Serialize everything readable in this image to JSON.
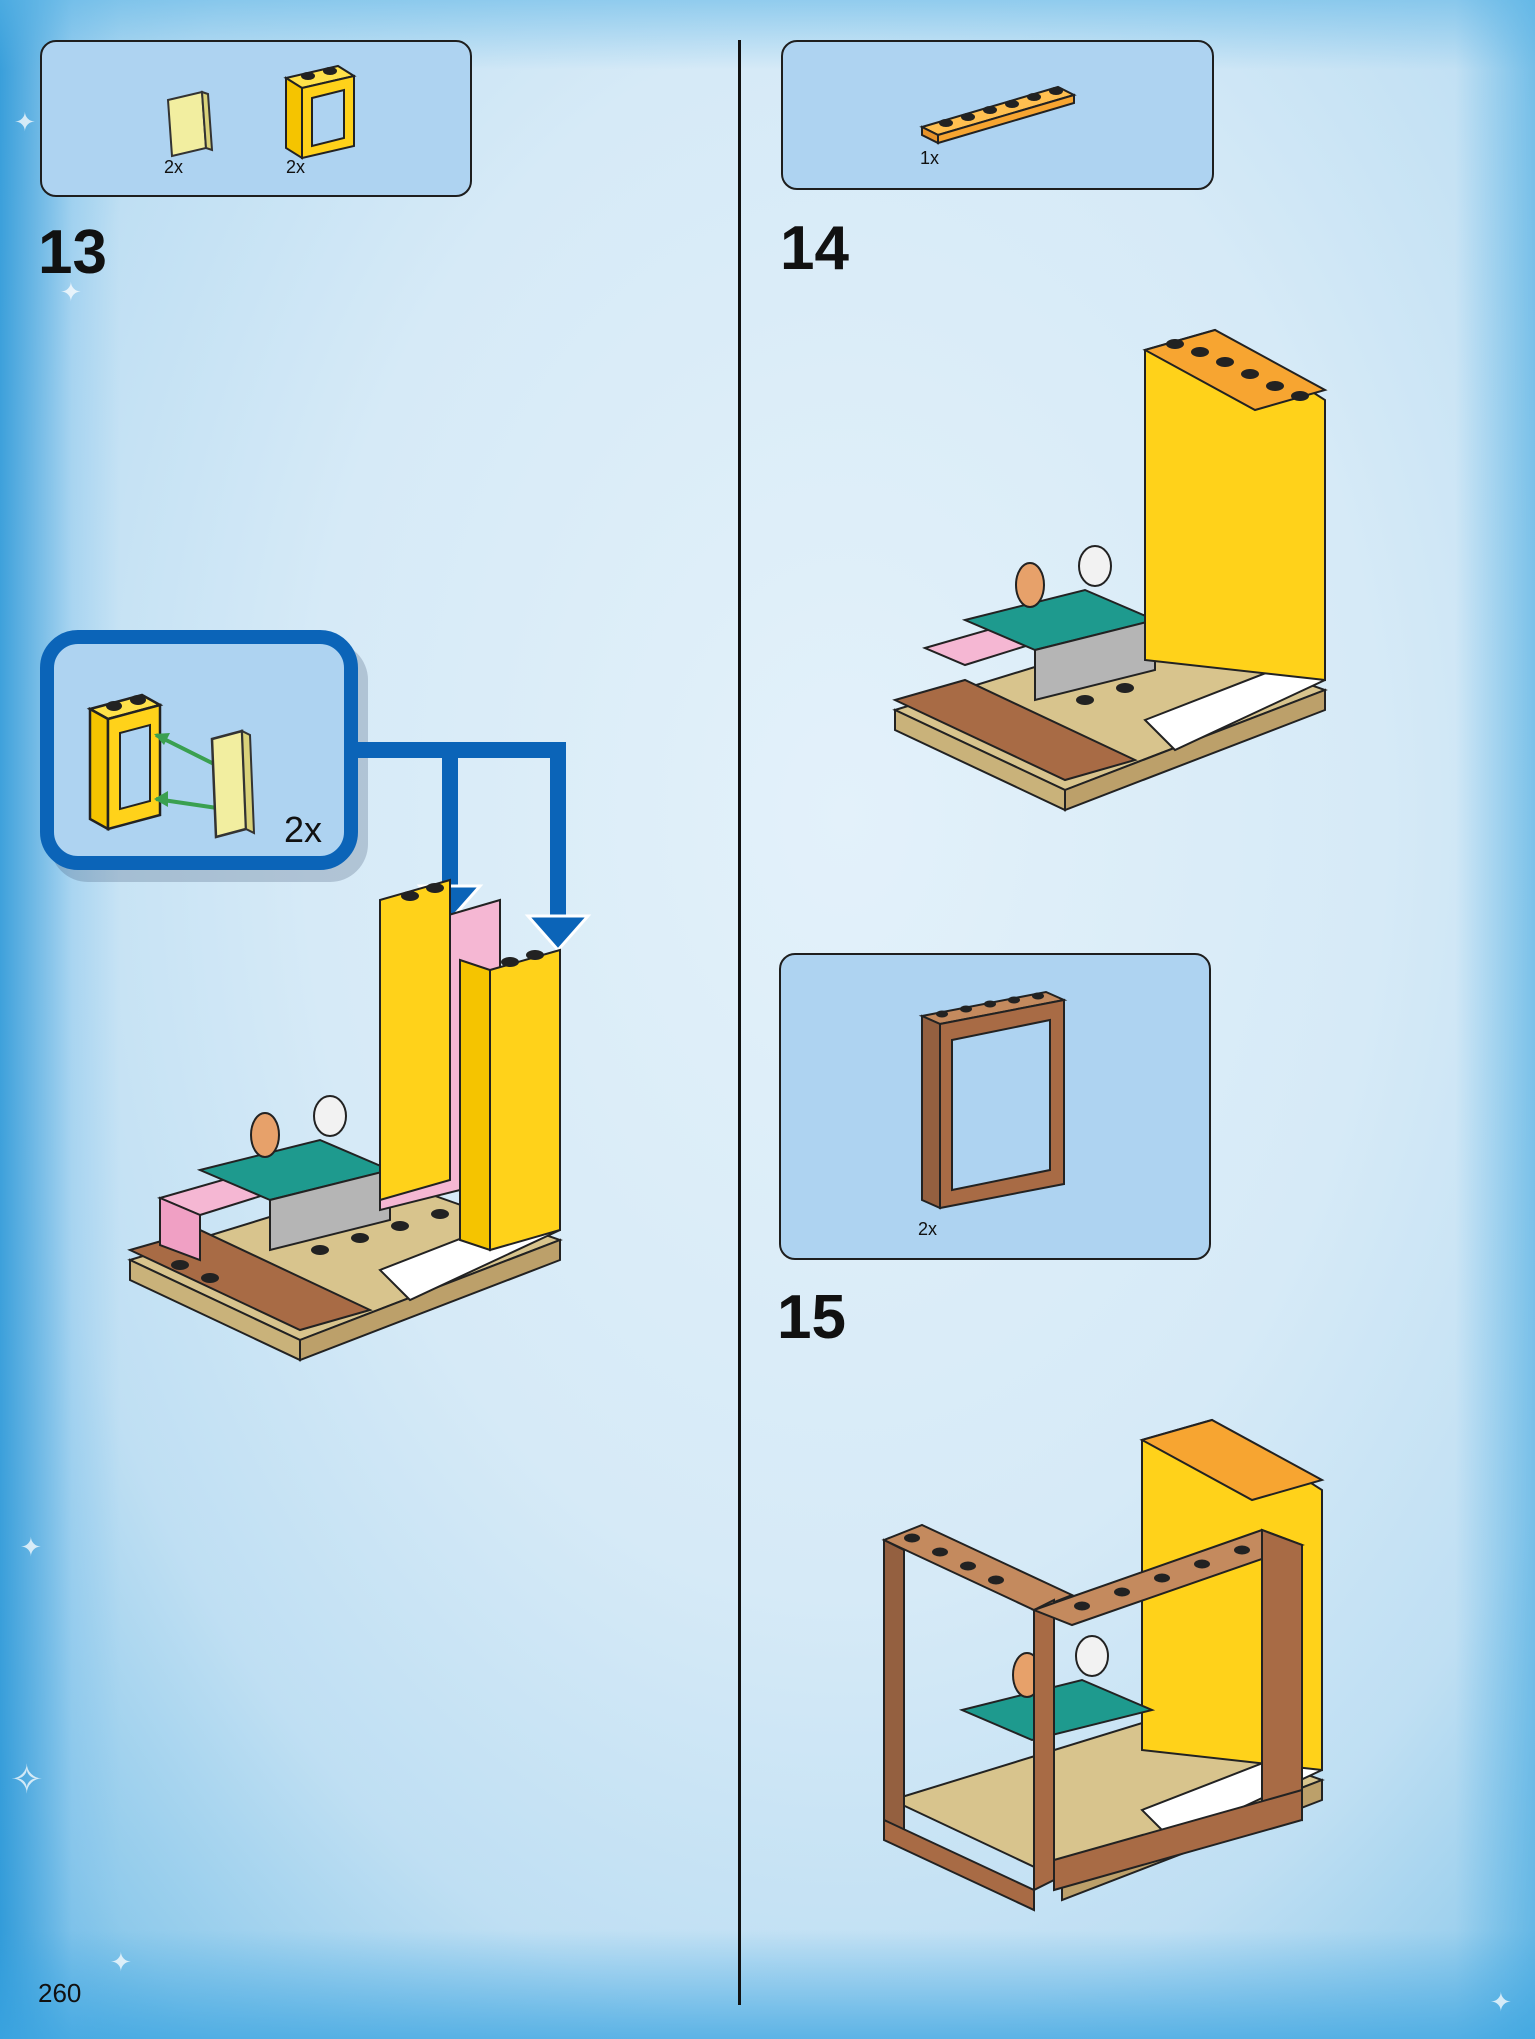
{
  "page": {
    "number": "260"
  },
  "steps": [
    {
      "number": "13",
      "parts": [
        {
          "name": "transparent-yellow-glass-pane",
          "qty": "2x"
        },
        {
          "name": "yellow-window-frame",
          "qty": "2x"
        }
      ],
      "callout": {
        "qty": "2x"
      }
    },
    {
      "number": "14",
      "parts": [
        {
          "name": "orange-1x6-plate",
          "qty": "1x"
        }
      ]
    },
    {
      "number": "15",
      "parts": [
        {
          "name": "brown-door-frame",
          "qty": "2x"
        }
      ]
    }
  ],
  "colors": {
    "callout_border": "#0b64b8",
    "parts_box": "#aed3f1",
    "yellow_brick": "#ffd21a",
    "orange_plate": "#f7a531",
    "brown_frame": "#a86b45"
  }
}
